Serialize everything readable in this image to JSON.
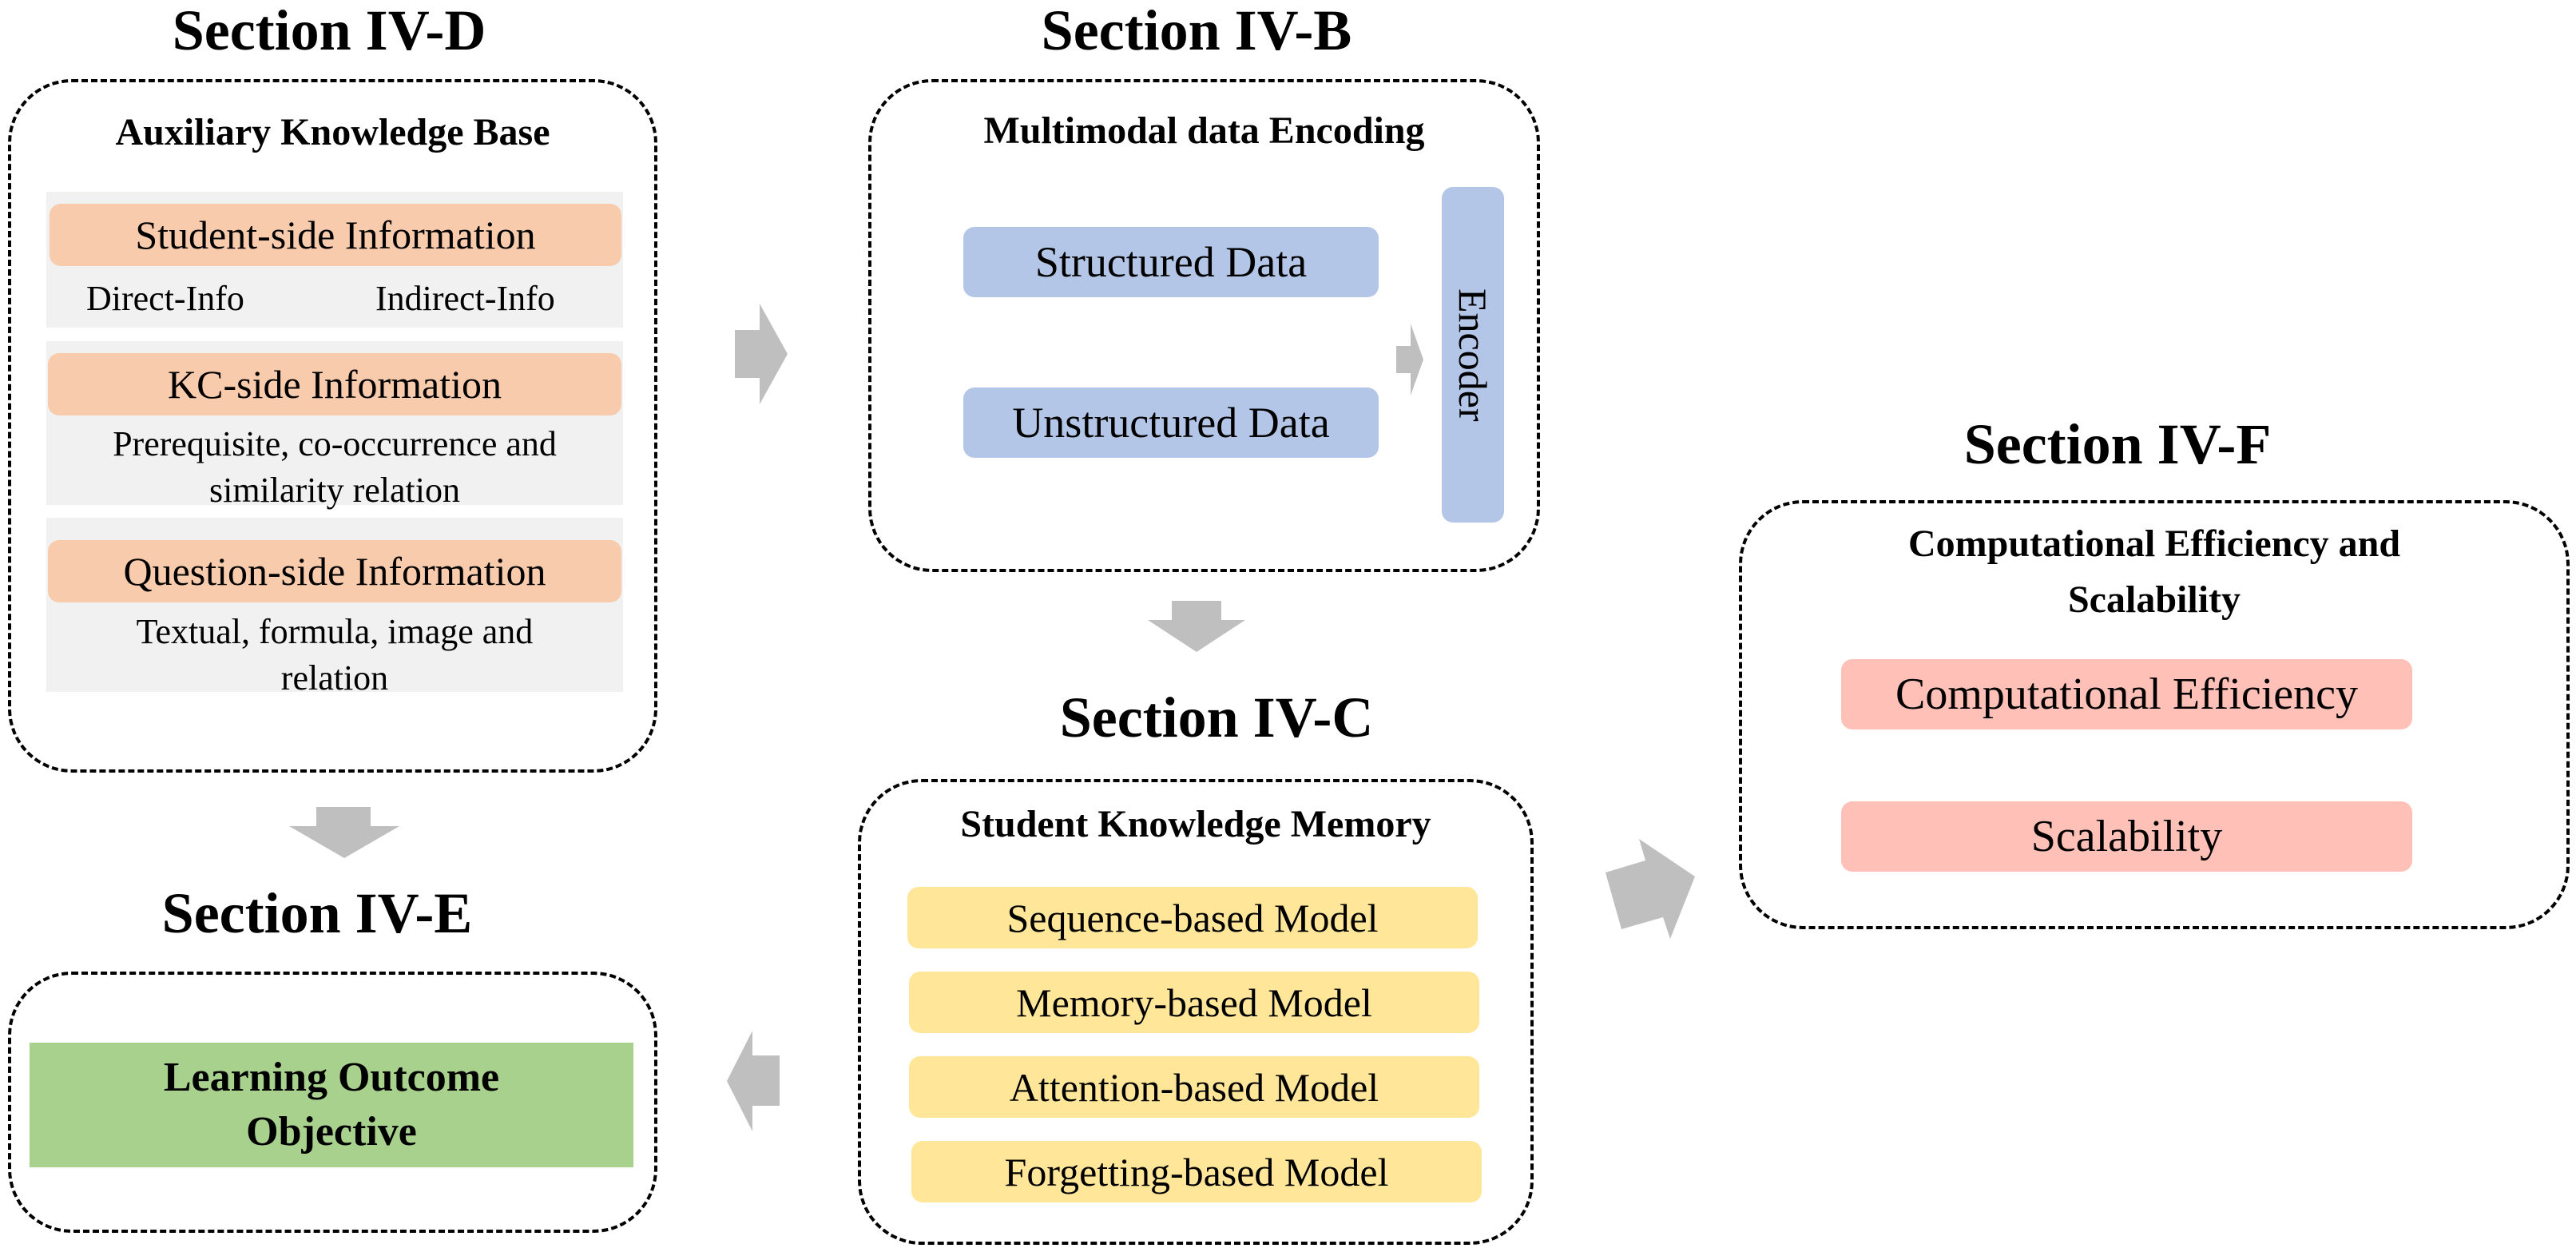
{
  "colors": {
    "orange_pill": "#f7cbac",
    "blue_pill": "#b4c6e7",
    "yellow_pill": "#ffe699",
    "red_pill": "#ffc0b8",
    "green_block": "#a9d18e",
    "gray_panel": "#f1f1f1",
    "arrow": "#bfbfbf"
  },
  "sections": {
    "d": {
      "title": "Section IV-D",
      "box_title": "Auxiliary Knowledge Base",
      "groups": [
        {
          "label": "Student-side Information",
          "details": [
            "Direct-Info",
            "Indirect-Info"
          ]
        },
        {
          "label": "KC-side Information",
          "details_line1": "Prerequisite, co-occurrence and",
          "details_line2": "similarity relation"
        },
        {
          "label": "Question-side Information",
          "details_line1": "Textual, formula, image and",
          "details_line2": "relation"
        }
      ]
    },
    "b": {
      "title": "Section IV-B",
      "box_title": "Multimodal data Encoding",
      "inputs": [
        "Structured Data",
        "Unstructured Data"
      ],
      "encoder": "Encoder"
    },
    "c": {
      "title": "Section IV-C",
      "box_title": "Student Knowledge Memory",
      "models": [
        "Sequence-based Model",
        "Memory-based Model",
        "Attention-based Model",
        "Forgetting-based Model"
      ]
    },
    "e": {
      "title": "Section IV-E",
      "block_line1": "Learning Outcome",
      "block_line2": "Objective"
    },
    "f": {
      "title": "Section IV-F",
      "box_title_line1": "Computational Efficiency and",
      "box_title_line2": "Scalability",
      "items": [
        "Computational Efficiency",
        "Scalability"
      ]
    }
  },
  "arrows": [
    {
      "from": "Section IV-D",
      "to": "Section IV-B",
      "direction": "right"
    },
    {
      "from": "Section IV-B",
      "to": "Section IV-C",
      "direction": "down"
    },
    {
      "from": "Section IV-D",
      "to": "Section IV-E",
      "direction": "down"
    },
    {
      "from": "Section IV-C",
      "to": "Section IV-E",
      "direction": "left"
    },
    {
      "from": "Section IV-C",
      "to": "Section IV-F",
      "direction": "up-right"
    },
    {
      "from": "data inputs",
      "to": "Encoder",
      "direction": "right"
    }
  ]
}
